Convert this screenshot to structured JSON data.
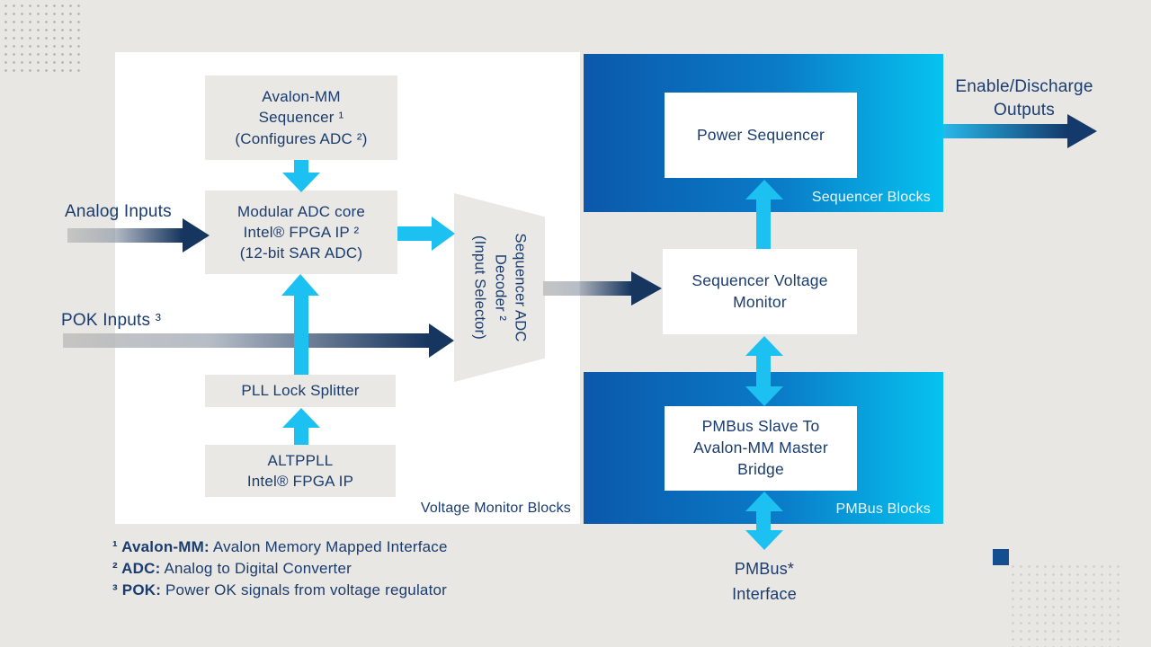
{
  "page": {
    "background": "#e9e7e4"
  },
  "colors": {
    "navy_text": "#1a3c6e",
    "cyan_accent": "#1dc1f1",
    "panel_gradient_left": "#0b58ab",
    "panel_gradient_right": "#06c3f0",
    "arrow_dark": "#16355f",
    "accent_square": "#134e90"
  },
  "panels": {
    "voltage_monitor": {
      "label": "Voltage Monitor Blocks"
    },
    "sequencer": {
      "label": "Sequencer Blocks"
    },
    "pmbus": {
      "label": "PMBus Blocks"
    }
  },
  "boxes": {
    "avalon": {
      "lines": [
        "Avalon-MM",
        "Sequencer ¹",
        "(Configures ADC ²)"
      ]
    },
    "modular_adc": {
      "lines": [
        "Modular ADC core",
        "Intel® FPGA IP ²",
        "(12-bit SAR ADC)"
      ]
    },
    "pll_splitter": {
      "lines": [
        "PLL Lock Splitter"
      ]
    },
    "altpll": {
      "lines": [
        "ALTPPLL",
        "Intel® FPGA IP"
      ]
    },
    "decoder": {
      "lines": [
        "Sequencer ADC",
        "Decoder ²",
        "(Input Selector)"
      ]
    },
    "power_sequencer": {
      "lines": [
        "Power Sequencer"
      ]
    },
    "voltage_monitor": {
      "lines": [
        "Sequencer Voltage",
        "Monitor"
      ]
    },
    "pmbus_bridge": {
      "lines": [
        "PMBus Slave To",
        "Avalon-MM Master",
        "Bridge"
      ]
    }
  },
  "labels": {
    "analog_inputs": "Analog Inputs",
    "pok_inputs": "POK Inputs ³",
    "enable_outputs": [
      "Enable/Discharge",
      "Outputs"
    ],
    "pmbus_interface": [
      "PMBus*",
      "Interface"
    ]
  },
  "footnotes": [
    {
      "term": "¹ Avalon-MM:",
      "desc": " Avalon Memory Mapped Interface"
    },
    {
      "term": "² ADC:",
      "desc": " Analog to Digital Converter"
    },
    {
      "term": "³ POK:",
      "desc": " Power OK signals from voltage regulator"
    }
  ]
}
